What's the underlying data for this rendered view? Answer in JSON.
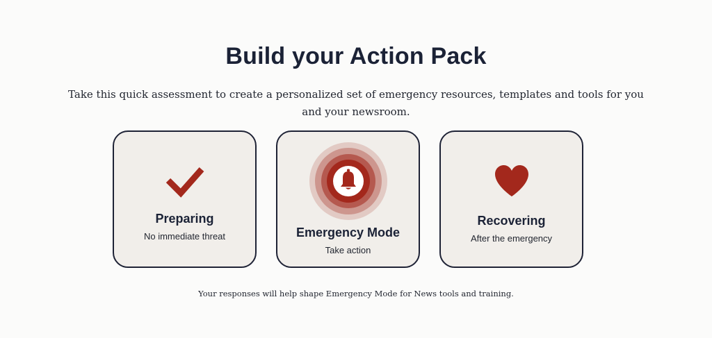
{
  "header": {
    "title": "Build your Action Pack",
    "intro": "Take this quick assessment to create a personalized set of emergency resources, templates and tools for you and your newsroom."
  },
  "cards": [
    {
      "label": "Preparing",
      "sublabel": "No immediate threat",
      "icon": "checkmark-icon"
    },
    {
      "label": "Emergency Mode",
      "sublabel": "Take action",
      "icon": "bell-icon"
    },
    {
      "label": "Recovering",
      "sublabel": "After the emergency",
      "icon": "heart-icon"
    }
  ],
  "footer": {
    "note": "Your responses will help shape Emergency Mode for News tools and training."
  },
  "colors": {
    "accent": "#a3281c",
    "text": "#1b2236",
    "card_bg": "#f1eeea",
    "card_border": "#1e2235",
    "page_bg": "#fbfbfa"
  }
}
